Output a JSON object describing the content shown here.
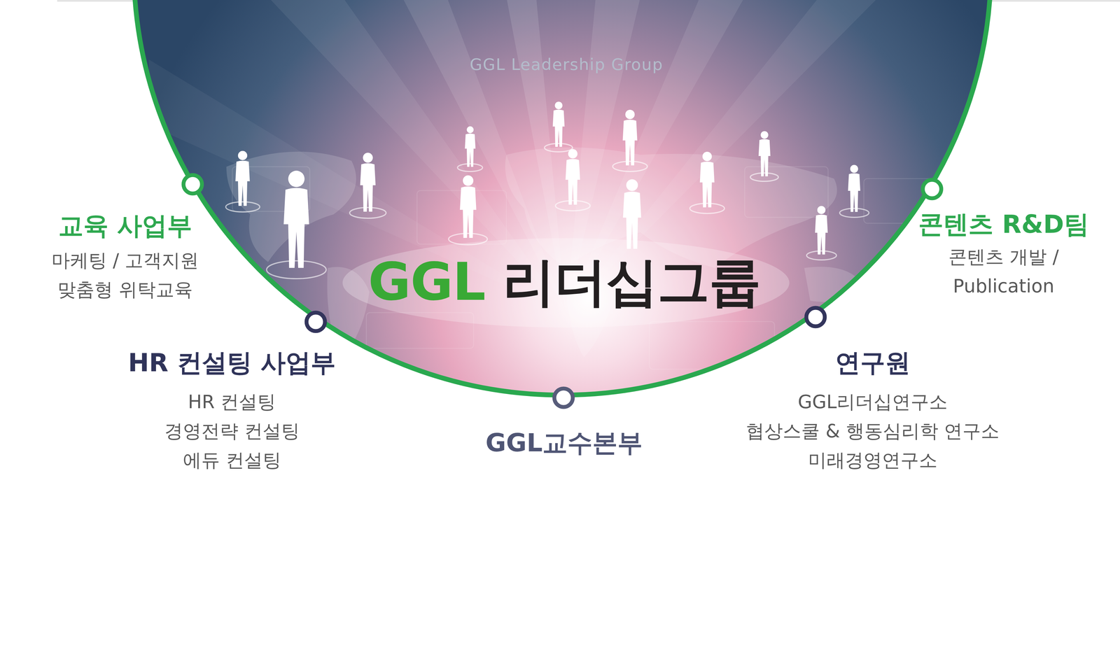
{
  "diagram": {
    "title": "GGL 리더십그룹",
    "nodes": [
      {
        "text": [
          "교육 사업부",
          "마케팅 / 고객지원",
          "맞춤형 위탁교육"
        ]
      },
      {
        "text": [
          "HR 컨설팅 사업부",
          "HR 컨설팅",
          "경영전략 컨설팅",
          "에듀 컨설팅"
        ]
      },
      {
        "text": [
          "GGL교수본부"
        ]
      },
      {
        "text": [
          "연구원",
          "GGL리더십연구소",
          "협상스쿨 & 행동심리학 연구소",
          "미래경영연구소"
        ]
      },
      {
        "text": [
          "콘텐츠 R&D팀",
          "콘텐츠 개발 /",
          "Publication"
        ]
      }
    ],
    "labels": [
      "GGL Leadership Group"
    ]
  }
}
